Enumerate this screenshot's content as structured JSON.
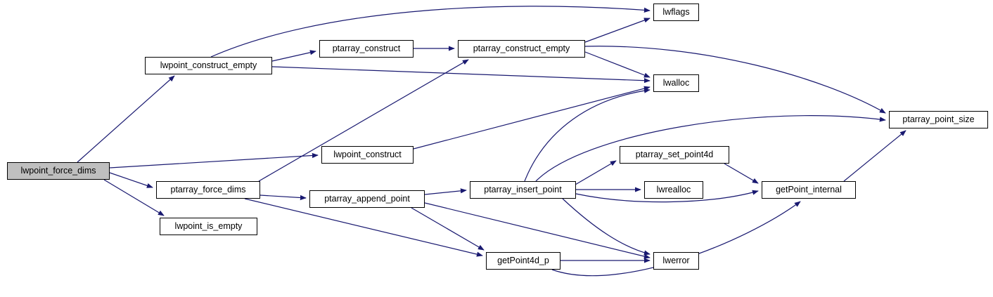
{
  "diagram": {
    "type": "call-graph",
    "root": "lwpoint_force_dims",
    "colors": {
      "edge": "#191970",
      "node_border": "#000000",
      "node_fill": "#ffffff",
      "root_fill": "#bfbfbf",
      "background": "#ffffff"
    },
    "nodes": [
      {
        "id": "lwpoint_force_dims",
        "label": "lwpoint_force_dims",
        "highlighted": true
      },
      {
        "id": "lwpoint_construct_empty",
        "label": "lwpoint_construct_empty",
        "highlighted": false
      },
      {
        "id": "ptarray_construct",
        "label": "ptarray_construct",
        "highlighted": false
      },
      {
        "id": "ptarray_construct_empty",
        "label": "ptarray_construct_empty",
        "highlighted": false
      },
      {
        "id": "lwflags",
        "label": "lwflags",
        "highlighted": false
      },
      {
        "id": "lwalloc",
        "label": "lwalloc",
        "highlighted": false
      },
      {
        "id": "ptarray_point_size",
        "label": "ptarray_point_size",
        "highlighted": false
      },
      {
        "id": "lwpoint_construct",
        "label": "lwpoint_construct",
        "highlighted": false
      },
      {
        "id": "ptarray_force_dims",
        "label": "ptarray_force_dims",
        "highlighted": false
      },
      {
        "id": "lwpoint_is_empty",
        "label": "lwpoint_is_empty",
        "highlighted": false
      },
      {
        "id": "ptarray_append_point",
        "label": "ptarray_append_point",
        "highlighted": false
      },
      {
        "id": "ptarray_insert_point",
        "label": "ptarray_insert_point",
        "highlighted": false
      },
      {
        "id": "ptarray_set_point4d",
        "label": "ptarray_set_point4d",
        "highlighted": false
      },
      {
        "id": "lwrealloc",
        "label": "lwrealloc",
        "highlighted": false
      },
      {
        "id": "getPoint_internal",
        "label": "getPoint_internal",
        "highlighted": false
      },
      {
        "id": "getPoint4d_p",
        "label": "getPoint4d_p",
        "highlighted": false
      },
      {
        "id": "lwerror",
        "label": "lwerror",
        "highlighted": false
      }
    ],
    "edges": [
      {
        "from": "lwpoint_force_dims",
        "to": "lwpoint_construct_empty"
      },
      {
        "from": "lwpoint_force_dims",
        "to": "lwpoint_construct"
      },
      {
        "from": "lwpoint_force_dims",
        "to": "ptarray_force_dims"
      },
      {
        "from": "lwpoint_force_dims",
        "to": "lwpoint_is_empty"
      },
      {
        "from": "lwpoint_construct_empty",
        "to": "lwflags"
      },
      {
        "from": "lwpoint_construct_empty",
        "to": "ptarray_construct"
      },
      {
        "from": "lwpoint_construct_empty",
        "to": "lwalloc"
      },
      {
        "from": "ptarray_construct",
        "to": "ptarray_construct_empty"
      },
      {
        "from": "ptarray_construct_empty",
        "to": "lwflags"
      },
      {
        "from": "ptarray_construct_empty",
        "to": "lwalloc"
      },
      {
        "from": "ptarray_construct_empty",
        "to": "ptarray_point_size"
      },
      {
        "from": "lwpoint_construct",
        "to": "lwalloc"
      },
      {
        "from": "ptarray_force_dims",
        "to": "ptarray_construct_empty"
      },
      {
        "from": "ptarray_force_dims",
        "to": "ptarray_append_point"
      },
      {
        "from": "ptarray_force_dims",
        "to": "getPoint4d_p"
      },
      {
        "from": "ptarray_append_point",
        "to": "ptarray_insert_point"
      },
      {
        "from": "ptarray_append_point",
        "to": "getPoint4d_p"
      },
      {
        "from": "ptarray_append_point",
        "to": "lwerror"
      },
      {
        "from": "ptarray_insert_point",
        "to": "lwalloc"
      },
      {
        "from": "ptarray_insert_point",
        "to": "ptarray_set_point4d"
      },
      {
        "from": "ptarray_insert_point",
        "to": "lwrealloc"
      },
      {
        "from": "ptarray_insert_point",
        "to": "lwerror"
      },
      {
        "from": "ptarray_insert_point",
        "to": "ptarray_point_size"
      },
      {
        "from": "ptarray_insert_point",
        "to": "getPoint_internal"
      },
      {
        "from": "ptarray_set_point4d",
        "to": "getPoint_internal"
      },
      {
        "from": "getPoint4d_p",
        "to": "lwerror"
      },
      {
        "from": "getPoint4d_p",
        "to": "getPoint_internal"
      },
      {
        "from": "getPoint_internal",
        "to": "ptarray_point_size"
      }
    ]
  }
}
